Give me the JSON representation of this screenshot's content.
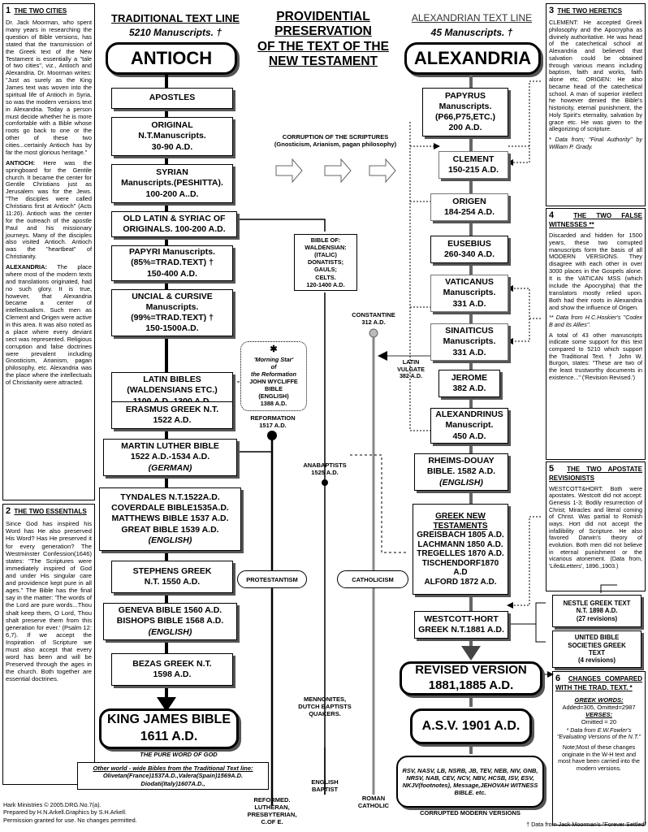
{
  "title": {
    "l1": "PROVIDENTIAL",
    "l2": "PRESERVATION",
    "l3": "OF THE TEXT OF THE",
    "l4": "NEW TESTAMENT"
  },
  "left_header": {
    "title": "TRADITIONAL TEXT LINE",
    "count": "5210 Manuscripts. †",
    "city": "ANTIOCH"
  },
  "right_header": {
    "title": "ALEXANDRIAN TEXT LINE",
    "count": "45 Manuscripts. †",
    "city": "ALEXANDRIA"
  },
  "left_boxes": [
    {
      "l1": "APOSTLES"
    },
    {
      "l1": "ORIGINAL",
      "l2": "N.T.Manuscripts.",
      "l3": "30-90 A.D."
    },
    {
      "l1": "SYRIAN",
      "l2": "Manuscripts.(PESHITTA).",
      "l3": "100-200 A..D."
    },
    {
      "l1": "OLD LATIN & SYRIAC OF",
      "l2": "ORIGINALS. 100-200 A.D."
    },
    {
      "l1": "PAPYRI Manuscripts.",
      "l2": "(85%=TRAD.TEXT) †",
      "l3": "150-400 A.D."
    },
    {
      "l1": "UNCIAL & CURSIVE",
      "l2": "Manuscripts.",
      "l3": "(99%=TRAD.TEXT) †",
      "l4": "150-1500A.D."
    },
    {
      "l1": "LATIN BIBLES",
      "l2": "(WALDENSIANS ETC.)",
      "l3": "1100 A.D.-1300 A.D."
    },
    {
      "l1": "ERASMUS GREEK N.T.",
      "l2": "1522 A.D."
    },
    {
      "l1": "MARTIN LUTHER BIBLE",
      "l2": "1522 A.D.-1534 A.D.",
      "l3": "(GERMAN)"
    },
    {
      "l1": "TYNDALES N.T.1522A.D.",
      "l2": "COVERDALE BIBLE1535A.D.",
      "l3": "MATTHEWS BIBLE 1537 A.D.",
      "l4": "GREAT BIBLE 1539 A.D.",
      "l5": "(ENGLISH)"
    },
    {
      "l1": "STEPHENS GREEK",
      "l2": "N.T. 1550 A.D."
    },
    {
      "l1": "GENEVA BIBLE 1560 A.D.",
      "l2": "BISHOPS BIBLE 1568 A.D.",
      "l3": "(ENGLISH)"
    },
    {
      "l1": "BEZAS GREEK N.T.",
      "l2": "1598 A.D."
    }
  ],
  "kjv": {
    "l1": "KING JAMES BIBLE",
    "l2": "1611 A.D.",
    "caption": "THE PURE WORD OF GOD"
  },
  "right_boxes": [
    {
      "l1": "PAPYRUS",
      "l2": "Manuscripts.",
      "l3": "(P66,P75,ETC.)",
      "l4": "200 A.D."
    },
    {
      "l1": "CLEMENT",
      "l2": "150-215 A.D."
    },
    {
      "l1": "ORIGEN",
      "l2": "184-254 A.D."
    },
    {
      "l1": "EUSEBIUS",
      "l2": "260-340 A.D."
    },
    {
      "l1": "VATICANUS",
      "l2": "Manuscripts.",
      "l3": "331 A.D."
    },
    {
      "l1": "SINAITICUS",
      "l2": "Manuscripts.",
      "l3": "331 A.D."
    },
    {
      "l1": "JEROME",
      "l2": "382 A.D."
    },
    {
      "l1": "ALEXANDRINUS",
      "l2": "Manuscript.",
      "l3": "450 A.D."
    },
    {
      "l1": "RHEIMS-DOUAY",
      "l2": "BIBLE. 1582 A.D.",
      "l3": "(ENGLISH)"
    },
    {
      "l1": "GREEK NEW",
      "l2": "TESTAMENTS",
      "l3": "GREISBACH 1805 A.D.",
      "l4": "LACHMANN  1850 A.D.",
      "l5": "TREGELLES 1870 A.D.",
      "l6": "TISCHENDORF1870",
      "l7": "A.D",
      "l8": "ALFORD 1872 A.D."
    },
    {
      "l1": "WESTCOTT-HORT",
      "l2": "GREEK N.T.1881 A.D."
    }
  ],
  "rv": {
    "l1": "REVISED VERSION",
    "l2": "1881,1885 A.D."
  },
  "asv": {
    "l1": "A.S.V. 1901 A.D."
  },
  "modern": {
    "text": "RSV, NASV, LB, NSRB, JB, TEV, NEB, NIV, GNB, NRSV, NAB, CEV, NCV, NBV, HCSB, ISV, ESV, NKJV(footnotes), Message,JEHOVAH WITNESS BIBLE. etc.",
    "caption": "CORRUPTED MODERN VERSIONS"
  },
  "nestle": {
    "l1": "NESTLE GREEK TEXT",
    "l2": "N.T. 1898 A.D.",
    "l3": "(27 revisions)"
  },
  "ubs": {
    "l1": "UNITED BIBLE",
    "l2": "SOCIETIES GREEK",
    "l3": "TEXT",
    "l4": "(4 revisions)"
  },
  "corruption": {
    "l1": "CORRUPTION OF THE SCRIPTURES",
    "l2": "(Gnosticism, Arianism, pagan philosophy)"
  },
  "waldenses": {
    "l1": "BIBLE OF:",
    "l2": "WALDENSIAN:",
    "l3": "(ITALIC)",
    "l4": "DONATISTS;",
    "l5": "GAULS;",
    "l6": "CELTS.",
    "l7": "120-1400 A.D."
  },
  "wycliffe": {
    "l1": "'Morning Star'",
    "l2": "of",
    "l3": "the Reformation",
    "l4": "JOHN WYCLIFFE",
    "l5": "BIBLE",
    "l6": "(ENGLISH)",
    "l7": "1388 A.D."
  },
  "labels": {
    "constantine": "CONSTANTINE",
    "constantine_date": "312 A.D.",
    "latin_vulgate": "LATIN",
    "latin_vulgate2": "VULGATE",
    "latin_vulgate3": "382 A.D.",
    "reformation": "REFORMATION",
    "reformation_date": "1517 A.D.",
    "anabaptists": "ANABAPTISTS",
    "anabaptists_date": "1525 A.D.",
    "protestantism": "PROTESTANTISM",
    "catholicism": "CATHOLICISM",
    "mennonites": "MENNONITES,",
    "mennonites2": "DUTCH BAPTISTS",
    "mennonites3": "QUAKERS.",
    "reformed": "REFORMED.",
    "reformed2": "LUTHERAN,",
    "reformed3": "PRESBYTERIAN,",
    "reformed4": "C.OF E.",
    "english_baptist": "ENGLISH",
    "english_baptist2": "BAPTIST",
    "roman_catholic": "ROMAN",
    "roman_catholic2": "CATHOLIC"
  },
  "other_world": {
    "l1": "Other world - wide Bibles from the Traditional Text line:",
    "l2": "Olivetan(France)1537A.D.,Valera(Spain)1569A.D.",
    "l3": "Diodati(Italy)1607A.D.,"
  },
  "footer": {
    "l1": "Hark Ministries © 2005.DRG.No.7(a).",
    "l2": "Prepared by H.N.Arkell.Graphics by S.H.Arkell.",
    "l3": "Permission granted for use.  No changes permitted.",
    "right": "† Data from Jack Moorman's \"Forever Settled\""
  },
  "sec1": {
    "num": "1",
    "title": "THE TWO CITIES",
    "text": "Dr. Jack Moorman, who spent many years in researching the question of Bible versions, has stated that the transmission of the Greek text of the New Testament is essentially a \"tale of two cities\", viz., Antioch and Alexandria. Dr. Moorman writes: \"Just as surely as the King James text was woven into the spiritual life of Antioch in Syria, so was the modern versions text in Alexandria. Today a person must decide whether he is more comfortable with a Bible whose roots go back to one or the other of these two cities...certainly Antioch has by far the most glorious heritage.\"",
    "antioch_label": "ANTIOCH:",
    "antioch": " Here was the springboard for the Gentile church. It became the center for Gentile Christians just as Jerusalem was for the Jews. \"The disciples were called Christians first at Antioch\" (Acts 11:26). Antioch was the center for the outreach of the apostle Paul and his missionary journeys. Many of the disciples also visited Antioch. Antioch was the \"heartbeat\" of Christianity.",
    "alex_label": "ALEXANDRIA:",
    "alex": " The place where most of the modern texts and translations originated, had no such glory. It is true, however, that Alexandria became a center of intellectualism. Such men as Clement and Origen were active in this area. It was also noted as a place where every deviant sect was represented. Religious corruption and false doctrines were prevalent including Gnosticism, Arianism, pagan philosophy, etc. Alexandria was the place where the intellectuals of Christianity were attracted."
  },
  "sec2": {
    "num": "2",
    "title": "THE TWO ESSENTIALS",
    "text": "Since God has inspired his Word has He also preserved His Word? Has He preserved it for every generation? The Westminster Confession(1646) states: \"The Scriptures were immediately inspired of God and under His singular care and providence kept pure in all ages.\" The Bible has the final say in the matter: 'The words of the Lord are pure words...Thou shalt keep them, O Lord, Thou shalt preserve them from this generation for ever.' (Psalm 12: 6,7). If we accept the Inspiration of Scripture we must also accept that every word has been and will be Preserved through the ages in the church. Both together are essential doctrines."
  },
  "sec3": {
    "num": "3",
    "title": "THE TWO HERETICS",
    "text": "CLEMENT: He accepted Greek philosophy and the Apocrypha as divinely authoritative. He was head of the catechetical school at Alexandria and believed that salvation could be obtained through various means including baptism, faith and works, faith alone etc. ORIGEN: He also became head of the catechetical school. A man of superior intellect he however denied the Bible's historicity, eternal punishment, the Holy Spirit's eternality, salvation by grace etc. He was given to the allegorizing of scripture.",
    "note": "* Data from; \"Final Authority\" by William P. Grady."
  },
  "sec4": {
    "num": "4",
    "title": "THE TWO FALSE WITNESSES **",
    "text": "Discarded and hidden for 1500 years, these two corrupted manuscripts form the basis of all MODERN VERSIONS. They disagree with each other in over 3000 places in the Gospels alone. It is the VATICAN MSS (which include the Apocrypha) that the translators mostly relied upon. Both had their roots in Alexandria and show the influence of Origen.",
    "note": "** Data from H.C.Hoskier's \"Codex B and its Allies\".",
    "text2": "A total of 43 other manuscripts indicate some support for this text compared to 5210 which support the Traditional Text. † John W. Burgon, states: \"These are two of the least trustworthy documents in existence...\" ('Revision Revised.')"
  },
  "sec5": {
    "num": "5",
    "title": "THE TWO APOSTATE REVISIONISTS",
    "text": "WESTCOTT&HORT: Both were apostates. Westcott did not accept: Genesis 1-3; Bodily resurrection of Christ; Miracles and literal coming of Christ. Was partial to Romish ways. Hort did not accept the infallibility of Scripture. He also favored Darwin's theory of evolution. Both men did not believe in eternal punishment or the vicarious atonement. (Data from, 'Life&Letters', 1896.,1903.)"
  },
  "sec6": {
    "num": "6",
    "title": "CHANGES COMPARED WITH THE TRAD. TEXT. *",
    "gw": "GREEK WORDS:",
    "gw_val": "Added=305, Omitted=2987",
    "vs": "VERSES:",
    "vs_val": "Omitted = 20",
    "note": "* Data from E.W.Fowler's \"Evaluating Versions of the N.T.\"",
    "note2": "Note;Most of these changes originate in the W-H text and most have been carried into the modern versions."
  }
}
